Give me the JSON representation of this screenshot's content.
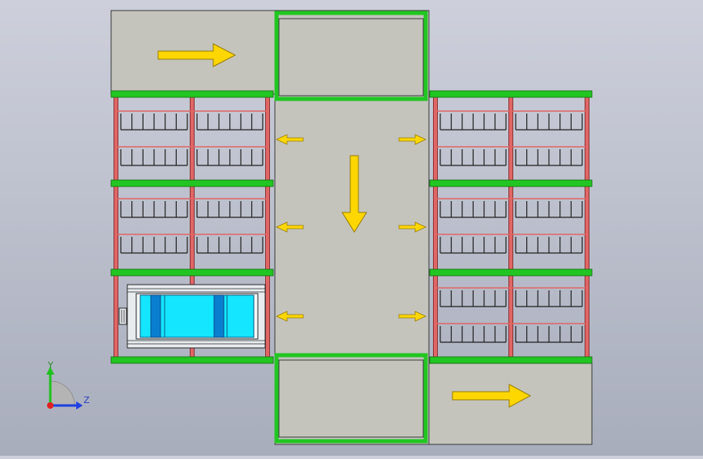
{
  "viewport": {
    "background_colors": [
      "#cdd0db",
      "#a8adbc"
    ]
  },
  "colors": {
    "floor": "#c4c4bd",
    "outline": "#3a3a3a",
    "rail_green": "#22c622",
    "post_red": "#e06666",
    "rack_line": "#222222",
    "arrow_fill": "#ffd700",
    "arrow_stroke": "#9a7d00",
    "vehicle_cyan": "#14e6ff",
    "vehicle_blue": "#0a7fd0"
  },
  "arrows": {
    "inbound_direction": "right",
    "main_aisle_direction": "down",
    "outbound_direction": "right",
    "transfer_left_count": 3,
    "transfer_right_count": 3
  },
  "racks": {
    "left_bays": 2,
    "right_bays": 2,
    "tiers": 3,
    "rows_per_tier": 2,
    "cells_per_row": 6,
    "shuttle_tier": 3
  },
  "triad": {
    "y_label": "Y",
    "z_label": "Z",
    "x_color": "#e02020",
    "y_color": "#20c020",
    "z_color": "#2040e0"
  }
}
